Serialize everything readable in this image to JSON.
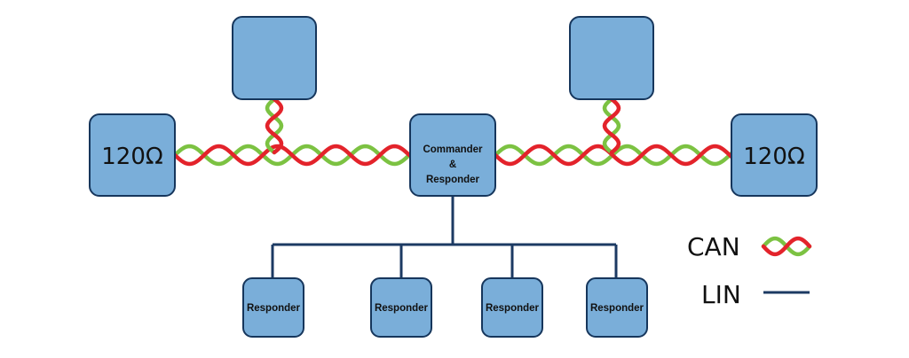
{
  "terminators": {
    "left_label": "120Ω",
    "right_label": "120Ω"
  },
  "center_node": {
    "line1": "Commander",
    "line2": "&",
    "line3": "Responder"
  },
  "lin_nodes": [
    "Responder",
    "Responder",
    "Responder",
    "Responder"
  ],
  "legend": {
    "can_label": "CAN",
    "lin_label": "LIN"
  },
  "colors": {
    "box_fill": "#7aaed9",
    "box_border": "#16365c",
    "can_wire_red": "#e3232b",
    "can_wire_green": "#7cc242",
    "lin_wire": "#1c3a63"
  }
}
